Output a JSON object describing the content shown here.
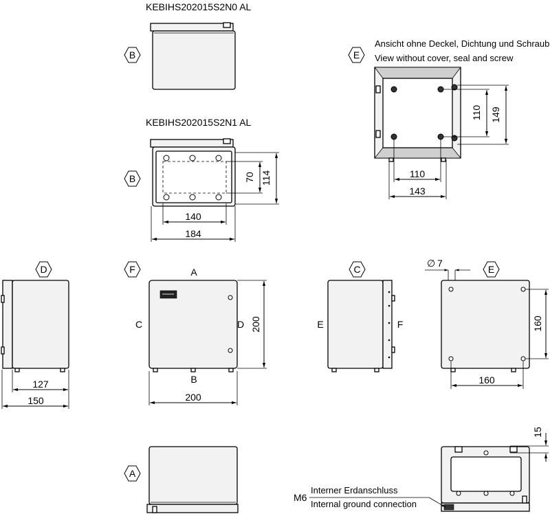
{
  "titles": {
    "model_n0": "KEBIHS202015S2N0 AL",
    "model_n1": "KEBIHS202015S2N1 AL"
  },
  "note_e": {
    "de": "Ansicht ohne Deckel, Dichtung und Schrauben",
    "en": "View without cover, seal and screw"
  },
  "markers": {
    "b1": "B",
    "b2": "B",
    "e1": "E",
    "d": "D",
    "f": "F",
    "c": "C",
    "e2": "E",
    "a": "A"
  },
  "sides": {
    "top": "A",
    "bottom": "B",
    "left": "C",
    "right": "D",
    "side_left": "E",
    "side_right": "F"
  },
  "dimensions": {
    "n1_hole_w": "140",
    "n1_w": "184",
    "n1_hole_h": "70",
    "n1_h": "114",
    "e_inner_h": "110",
    "e_outer_h": "149",
    "e_inner_w": "110",
    "e_outer_w": "143",
    "d_inner": "127",
    "d_outer": "150",
    "front_w": "200",
    "front_h": "200",
    "back_hole_dia": "7",
    "back_hole_w": "160",
    "back_hole_h": "160",
    "ground_offset": "15"
  },
  "ground_note": {
    "thread": "M6",
    "de": "Interner Erdanschluss",
    "en": "Internal ground connection"
  },
  "symbols": {
    "diameter": "∅"
  }
}
